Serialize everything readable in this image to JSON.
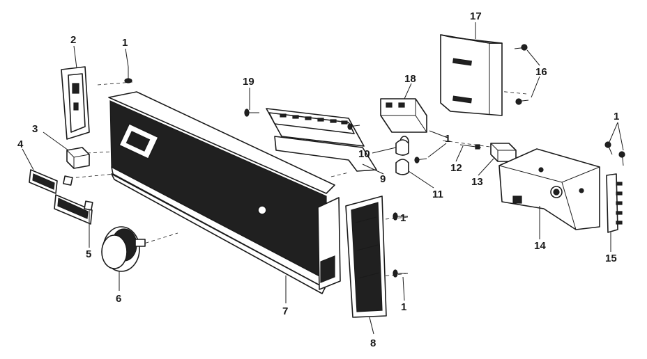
{
  "callouts": [
    {
      "label": "1"
    },
    {
      "label": "2"
    },
    {
      "label": "3"
    },
    {
      "label": "4"
    },
    {
      "label": "5"
    },
    {
      "label": "6"
    },
    {
      "label": "7"
    },
    {
      "label": "8"
    },
    {
      "label": "9"
    },
    {
      "label": "10"
    },
    {
      "label": "11"
    },
    {
      "label": "12"
    },
    {
      "label": "13"
    },
    {
      "label": "14"
    },
    {
      "label": "15"
    },
    {
      "label": "16"
    },
    {
      "label": "17"
    },
    {
      "label": "18"
    },
    {
      "label": "19"
    },
    {
      "label": "1"
    },
    {
      "label": "1"
    },
    {
      "label": "1"
    },
    {
      "label": "1"
    }
  ]
}
